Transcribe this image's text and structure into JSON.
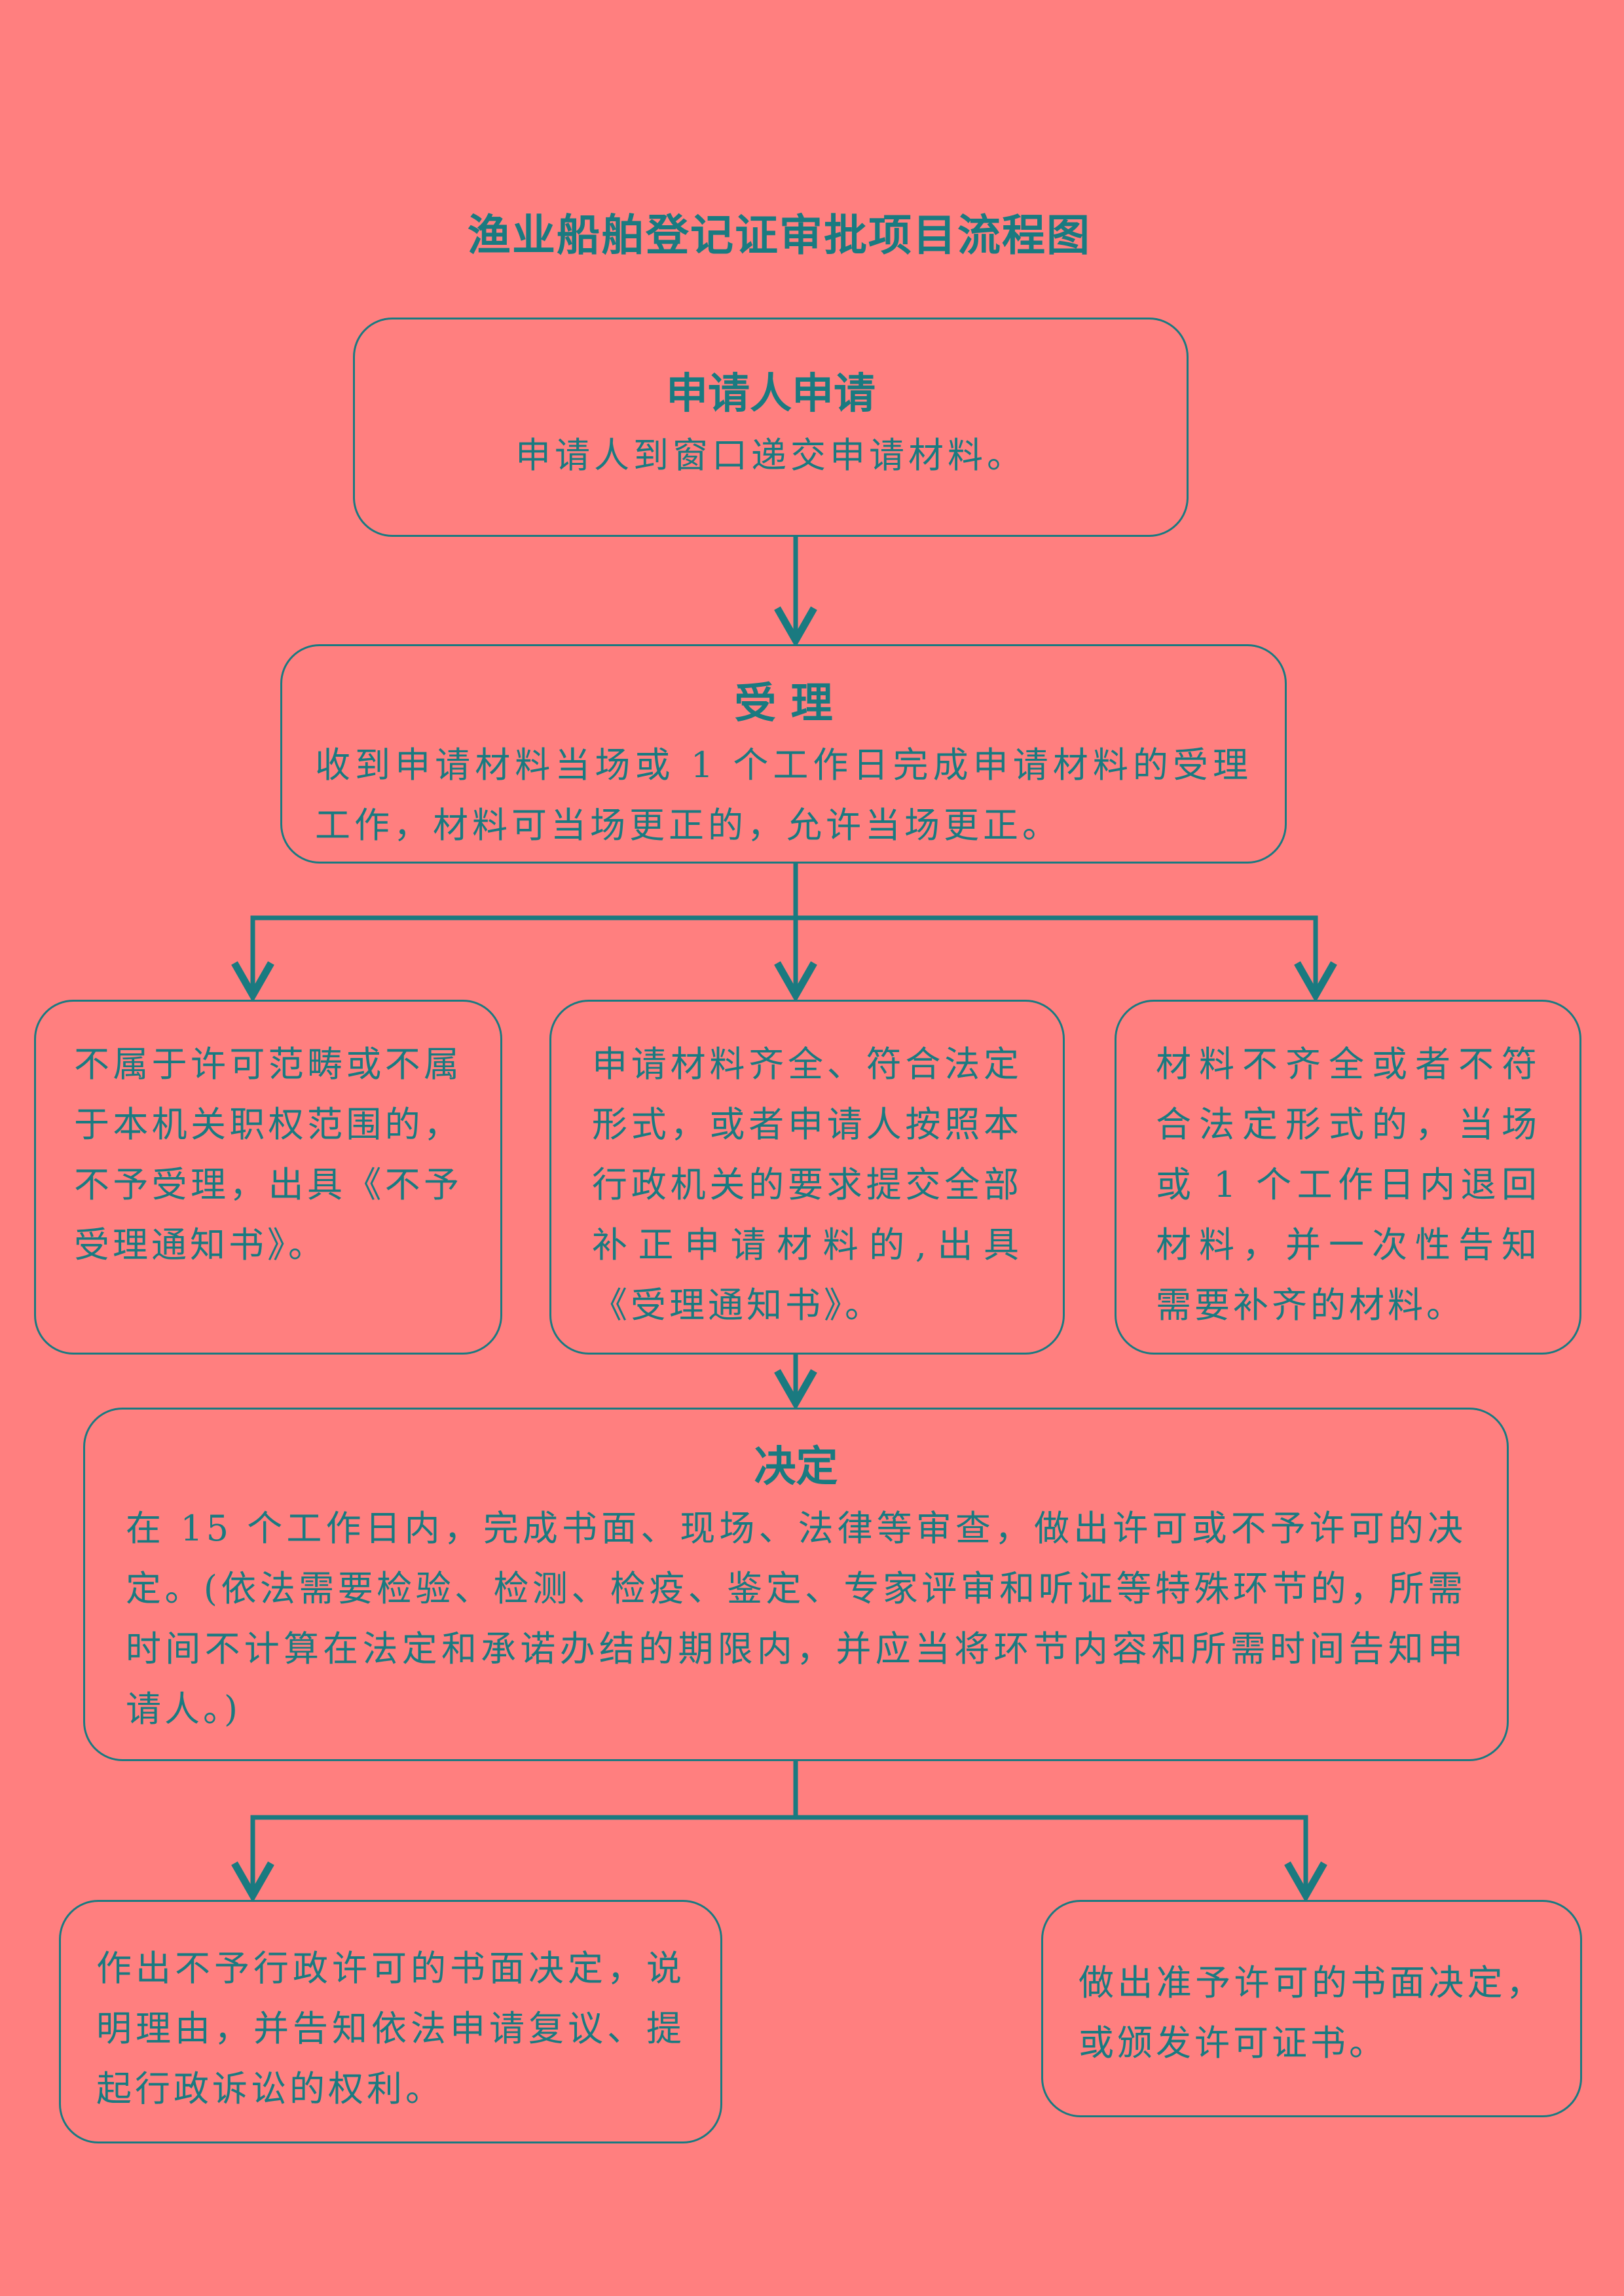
{
  "title": "渔业船舶登记证审批项目流程图",
  "colors": {
    "background": "#FF7F7F",
    "line": "#1A7A80",
    "text": "#1A7A80"
  },
  "nodes": {
    "apply": {
      "heading": "申请人申请",
      "text": "申请人到窗口递交申请材料。"
    },
    "accept": {
      "heading": "受 理",
      "text": "收到申请材料当场或 1 个工作日完成申请材料的受理工作，材料可当场更正的，允许当场更正。"
    },
    "reject": {
      "text": "不属于许可范畴或不属于本机关职权范围的，不予受理，出具《不予受理通知书》。"
    },
    "complete": {
      "text": "申请材料齐全、符合法定形式，或者申请人按照本行政机关的要求提交全部补正申请材料的,出具《受理通知书》。"
    },
    "return": {
      "text": "材料不齐全或者不符合法定形式的，当场或 1 个工作日内退回材料，并一次性告知需要补齐的材料。"
    },
    "decide": {
      "heading": "决定",
      "text": "在 15 个工作日内，完成书面、现场、法律等审查，做出许可或不予许可的决定。(依法需要检验、检测、检疫、鉴定、专家评审和听证等特殊环节的，所需时间不计算在法定和承诺办结的期限内，并应当将环节内容和所需时间告知申请人。)"
    },
    "deny": {
      "text": "作出不予行政许可的书面决定，说明理由，并告知依法申请复议、提起行政诉讼的权利。"
    },
    "grant": {
      "text": "做出准予许可的书面决定，或颁发许可证书。"
    }
  }
}
